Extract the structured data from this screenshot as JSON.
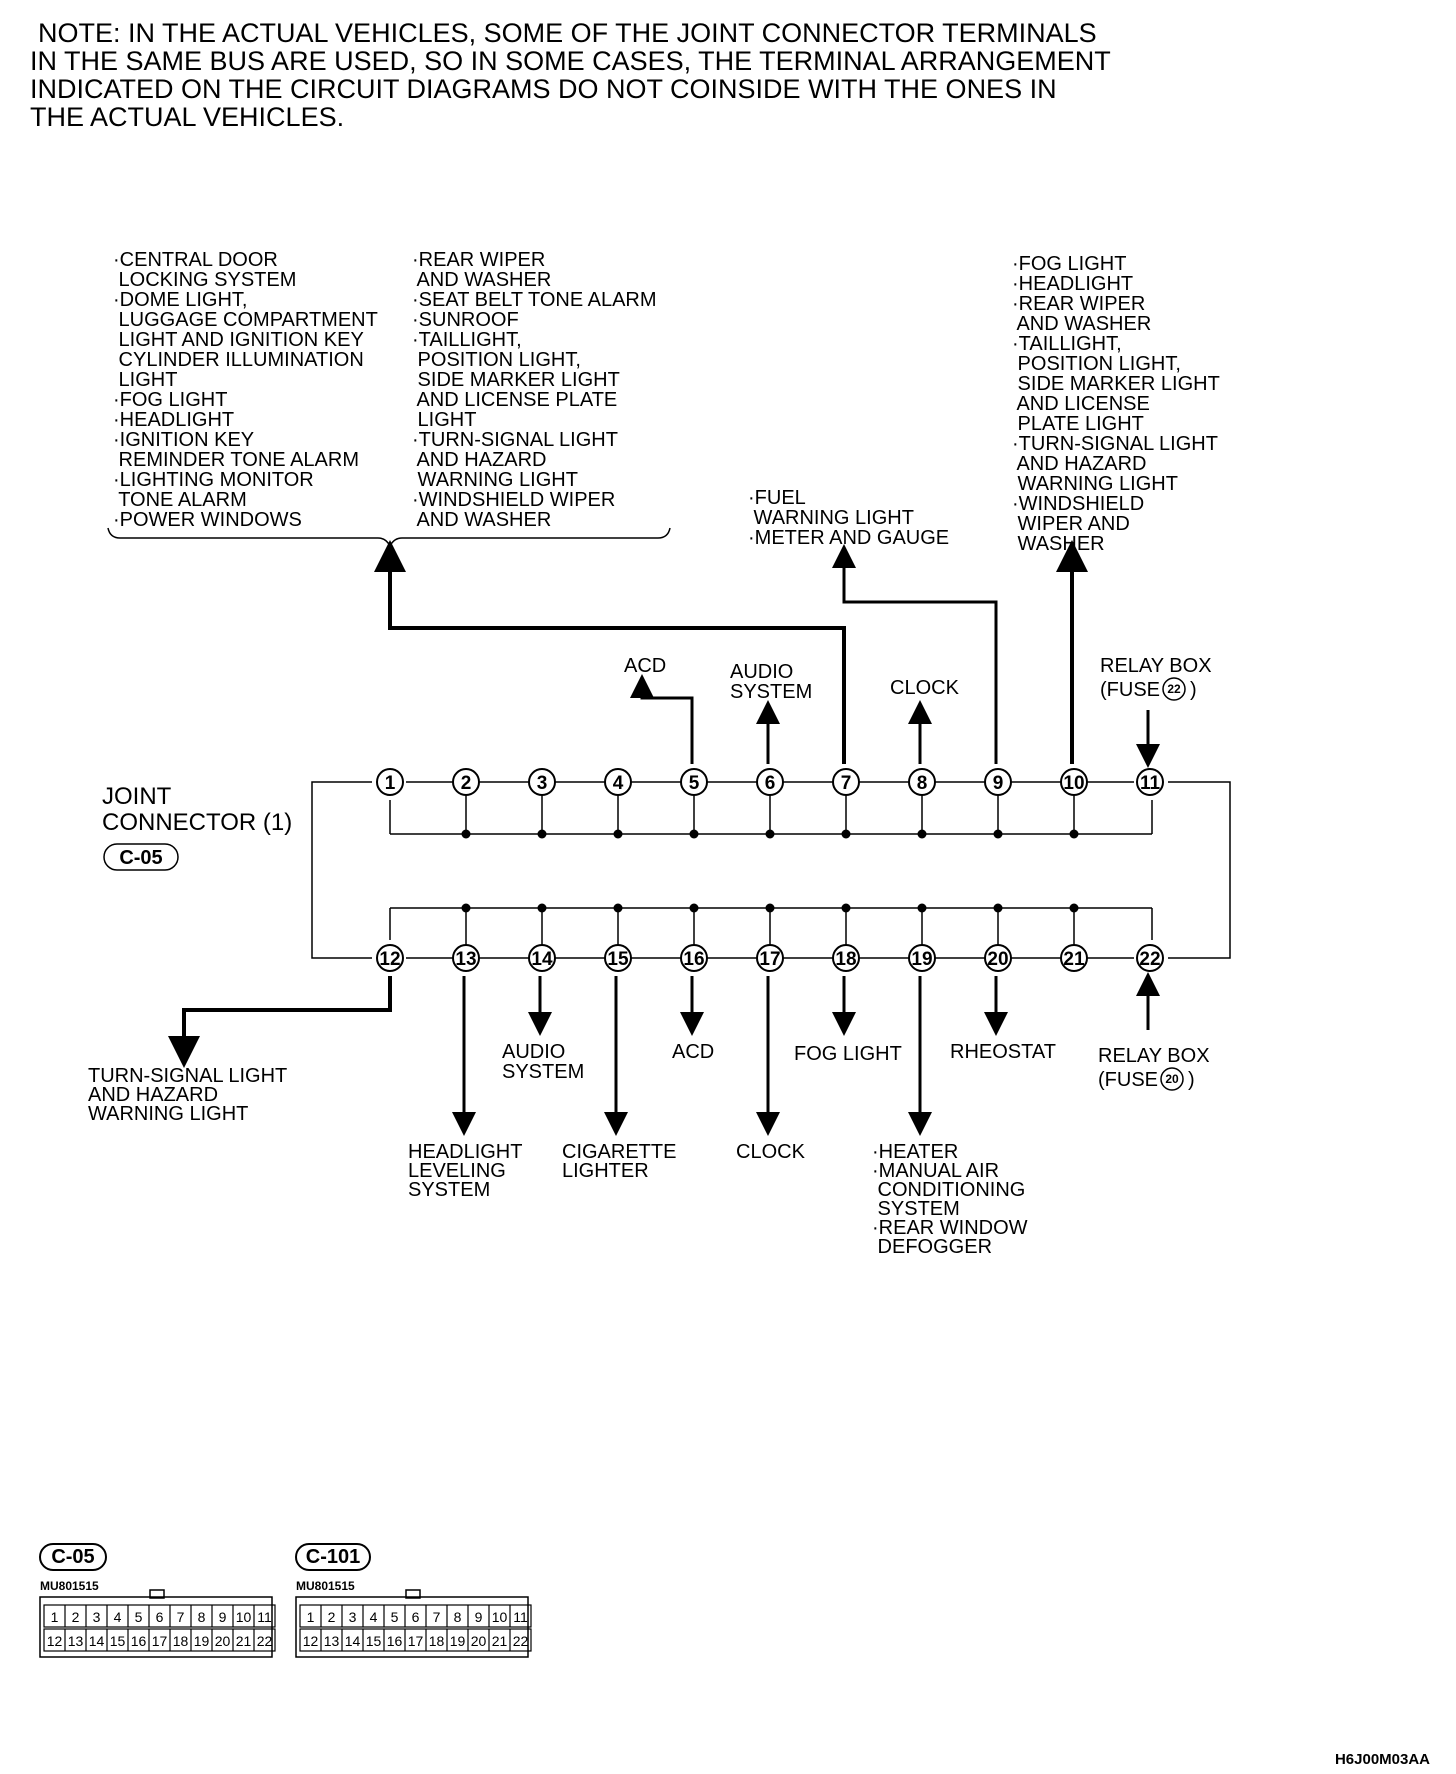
{
  "note_lines": [
    "NOTE: IN THE ACTUAL VEHICLES, SOME OF THE JOINT CONNECTOR TERMINALS",
    "IN THE SAME BUS ARE USED, SO IN SOME CASES, THE TERMINAL ARRANGEMENT",
    "INDICATED ON THE CIRCUIT DIAGRAMS DO NOT COINSIDE WITH THE ONES IN",
    "THE ACTUAL VEHICLES."
  ],
  "connector": {
    "title_lines": [
      "JOINT",
      "CONNECTOR (1)"
    ],
    "code": "C-05"
  },
  "top_pins": [
    "1",
    "2",
    "3",
    "4",
    "5",
    "6",
    "7",
    "8",
    "9",
    "10",
    "11"
  ],
  "bottom_pins": [
    "12",
    "13",
    "14",
    "15",
    "16",
    "17",
    "18",
    "19",
    "20",
    "21",
    "22"
  ],
  "top_labels": {
    "group_left": [
      "·CENTRAL DOOR",
      " LOCKING SYSTEM",
      "·DOME LIGHT,",
      " LUGGAGE COMPARTMENT",
      " LIGHT AND IGNITION KEY",
      " CYLINDER ILLUMINATION",
      " LIGHT",
      "·FOG LIGHT",
      "·HEADLIGHT",
      "·IGNITION KEY",
      " REMINDER TONE ALARM",
      "·LIGHTING MONITOR",
      " TONE ALARM",
      "·POWER WINDOWS"
    ],
    "group_right": [
      "·REAR WIPER",
      " AND WASHER",
      "·SEAT BELT TONE ALARM",
      "·SUNROOF",
      "·TAILLIGHT,",
      " POSITION LIGHT,",
      " SIDE MARKER LIGHT",
      " AND LICENSE PLATE",
      " LIGHT",
      "·TURN-SIGNAL LIGHT",
      " AND HAZARD",
      " WARNING LIGHT",
      "·WINDSHIELD WIPER",
      " AND WASHER"
    ],
    "pin9_group": [
      "·FUEL",
      " WARNING LIGHT",
      "·METER AND GAUGE"
    ],
    "pin10_group": [
      "·FOG LIGHT",
      "·HEADLIGHT",
      "·REAR WIPER",
      " AND WASHER",
      "·TAILLIGHT,",
      " POSITION LIGHT,",
      " SIDE MARKER LIGHT",
      " AND LICENSE",
      " PLATE LIGHT",
      "·TURN-SIGNAL LIGHT",
      " AND HAZARD",
      " WARNING LIGHT",
      "·WINDSHIELD",
      " WIPER AND",
      " WASHER"
    ],
    "pin5": "ACD",
    "pin6_lines": [
      "AUDIO",
      "SYSTEM"
    ],
    "pin8": "CLOCK",
    "pin11_lines": [
      "RELAY BOX",
      "(FUSE",
      ")"
    ],
    "pin11_fuse": "22"
  },
  "bottom_labels": {
    "pin12_lines": [
      "TURN-SIGNAL LIGHT",
      "AND HAZARD",
      "WARNING LIGHT"
    ],
    "pin13_lines": [
      "HEADLIGHT",
      "LEVELING",
      "SYSTEM"
    ],
    "pin14_lines": [
      "AUDIO",
      "SYSTEM"
    ],
    "pin15_lines": [
      "CIGARETTE",
      "LIGHTER"
    ],
    "pin16": "ACD",
    "pin17": "CLOCK",
    "pin18": "FOG LIGHT",
    "pin19_lines": [
      "·HEATER",
      "·MANUAL AIR",
      " CONDITIONING",
      " SYSTEM",
      "·REAR WINDOW",
      " DEFOGGER"
    ],
    "pin20": "RHEOSTAT",
    "pin22_lines": [
      "RELAY BOX",
      "(FUSE",
      ")"
    ],
    "pin22_fuse": "20"
  },
  "connector_views": [
    {
      "code": "C-05",
      "part": "MU801515",
      "row1": [
        "1",
        "2",
        "3",
        "4",
        "5",
        "6",
        "7",
        "8",
        "9",
        "10",
        "11"
      ],
      "row2": [
        "12",
        "13",
        "14",
        "15",
        "16",
        "17",
        "18",
        "19",
        "20",
        "21",
        "22"
      ]
    },
    {
      "code": "C-101",
      "part": "MU801515",
      "row1": [
        "1",
        "2",
        "3",
        "4",
        "5",
        "6",
        "7",
        "8",
        "9",
        "10",
        "11"
      ],
      "row2": [
        "12",
        "13",
        "14",
        "15",
        "16",
        "17",
        "18",
        "19",
        "20",
        "21",
        "22"
      ]
    }
  ],
  "figure_id": "H6J00M03AA"
}
